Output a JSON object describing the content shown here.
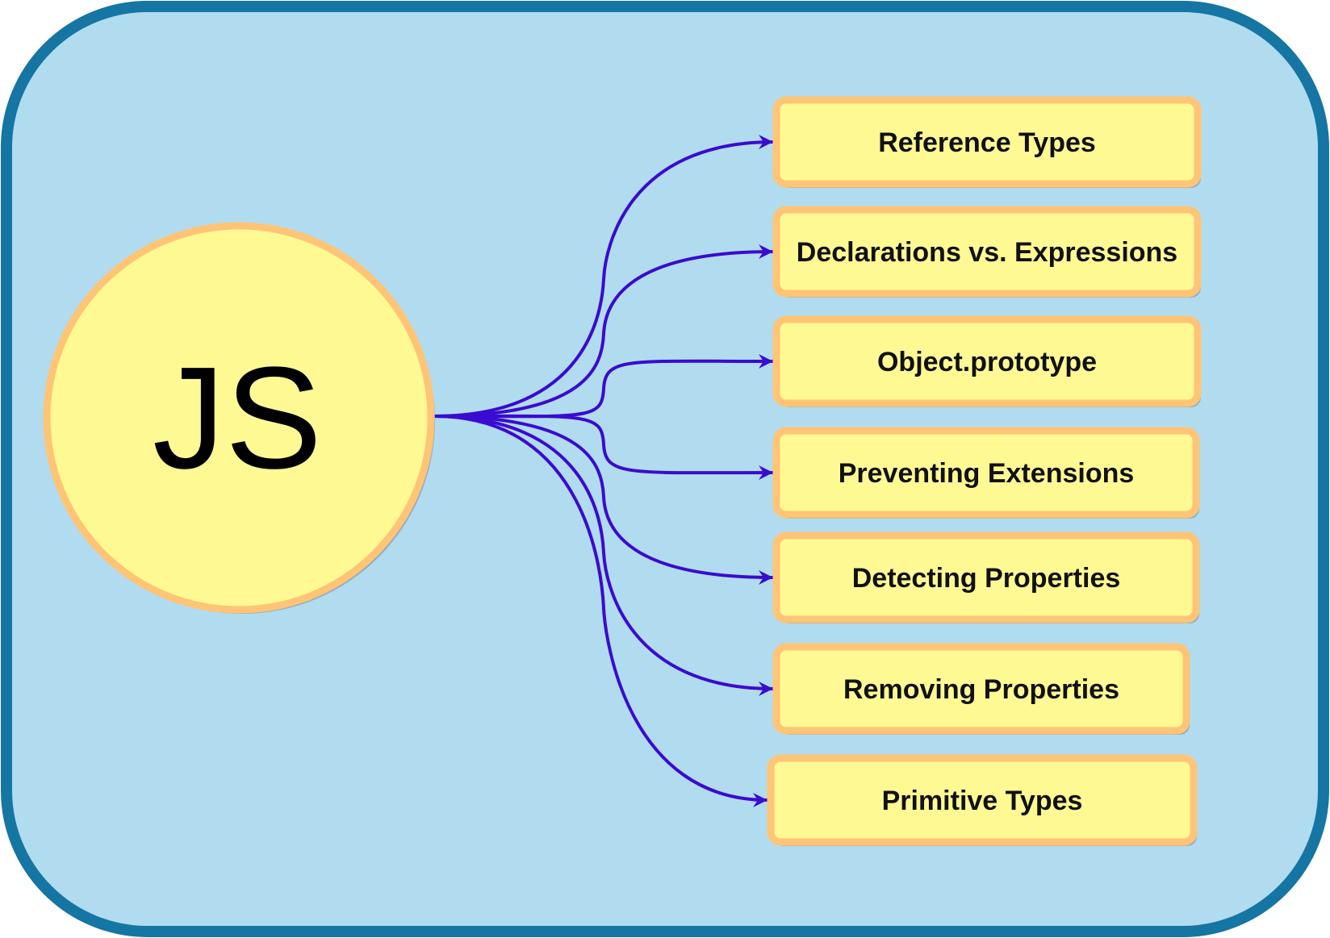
{
  "colors": {
    "frame_fill": "#b1dcef",
    "frame_stroke": "#1575a3",
    "node_fill": "#fff994",
    "node_stroke": "#ffc475",
    "shadow": "#8c9aa6",
    "edge": "#3a0bd0",
    "text": "#111111"
  },
  "center": {
    "label": "JS"
  },
  "nodes": [
    {
      "id": "reference-types",
      "label": "Reference Types"
    },
    {
      "id": "declarations-vs-expressions",
      "label": "Declarations vs. Expressions"
    },
    {
      "id": "object-prototype",
      "label": "Object.prototype"
    },
    {
      "id": "preventing-extensions",
      "label": "Preventing Extensions"
    },
    {
      "id": "detecting-properties",
      "label": "Detecting Properties"
    },
    {
      "id": "removing-properties",
      "label": "Removing Properties"
    },
    {
      "id": "primitive-types",
      "label": "Primitive Types"
    }
  ],
  "edges": [
    {
      "from": "center",
      "to": "reference-types"
    },
    {
      "from": "center",
      "to": "declarations-vs-expressions"
    },
    {
      "from": "center",
      "to": "object-prototype"
    },
    {
      "from": "center",
      "to": "preventing-extensions"
    },
    {
      "from": "center",
      "to": "detecting-properties"
    },
    {
      "from": "center",
      "to": "removing-properties"
    },
    {
      "from": "center",
      "to": "primitive-types"
    }
  ]
}
